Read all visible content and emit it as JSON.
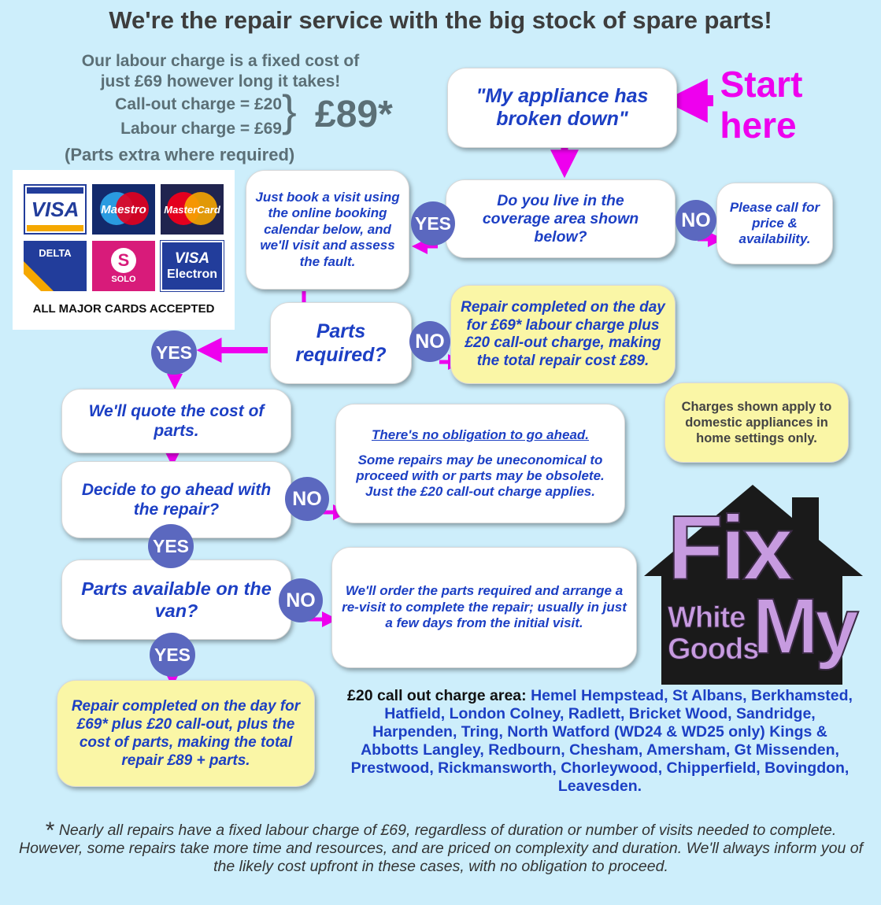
{
  "header": {
    "title": "We're the repair service with the big stock of spare parts!"
  },
  "pricing": {
    "line1": "Our labour charge is a fixed cost of",
    "line2": "just £69 however long it takes!",
    "callout": "Call-out charge = £20",
    "labour": "Labour charge = £69",
    "brace": "}",
    "total": "£89*",
    "parts_extra": "(Parts extra where required)"
  },
  "cards": {
    "visa": "VISA",
    "maestro": "Maestro",
    "mastercard": "MasterCard",
    "delta": "DELTA",
    "solo": "SOLO",
    "visa_electron_1": "VISA",
    "visa_electron_2": "Electron",
    "caption": "ALL MAJOR CARDS ACCEPTED"
  },
  "start": {
    "line1": "Start",
    "line2": "here"
  },
  "flow": {
    "broken": "\"My appliance has broken down\"",
    "coverage": "Do you live in the coverage area shown below?",
    "book": "Just book a visit using the online booking calendar below, and we'll visit and assess the fault.",
    "call": "Please call for price & availability.",
    "parts_required": "Parts required?",
    "repair_no_parts": "Repair completed on the day for £69* labour charge plus £20 call-out charge, making the total repair cost £89.",
    "quote": "We'll quote the cost of parts.",
    "decide": "Decide to go ahead with the repair?",
    "no_obligation_title": "There's no obligation to go ahead.",
    "no_obligation_body": "Some repairs may be uneconomical to proceed with or parts may be obsolete. Just the £20 call-out charge applies.",
    "van": "Parts available on the van?",
    "order": "We'll order the parts required and arrange a re-visit to complete the repair; usually in just a few days from the initial visit.",
    "repair_with_parts": "Repair completed on the day for £69* plus £20 call-out, plus the cost of parts, making the total repair £89 + parts.",
    "domestic": "Charges shown apply to domestic appliances in home settings only."
  },
  "labels": {
    "yes": "YES",
    "no": "NO"
  },
  "logo": {
    "fix": "Fix",
    "my": "My",
    "white": "White",
    "goods": "Goods"
  },
  "area": {
    "label": "£20 call out charge area:",
    "towns": "Hemel Hempstead, St Albans, Berkhamsted, Hatfield, London Colney, Radlett, Bricket Wood, Sandridge, Harpenden, Tring, North Watford (WD24 & WD25 only) Kings & Abbotts Langley, Redbourn, Chesham, Amersham, Gt Missenden, Prestwood, Rickmansworth, Chorleywood, Chipperfield, Bovingdon, Leavesden."
  },
  "footnote": {
    "star": "*",
    "text": "Nearly all repairs have a fixed labour charge of £69, regardless of duration or number of visits needed to complete. However, some repairs take more time and resources, and are priced on complexity and duration. We'll always inform you of the likely cost upfront in these cases, with no obligation to proceed."
  },
  "colors": {
    "arrow": "#ee00ee",
    "text_blue": "#1c3fc4",
    "badge": "#5b68bf",
    "background": "#cdeefb",
    "logo_purple": "#c79be0"
  }
}
